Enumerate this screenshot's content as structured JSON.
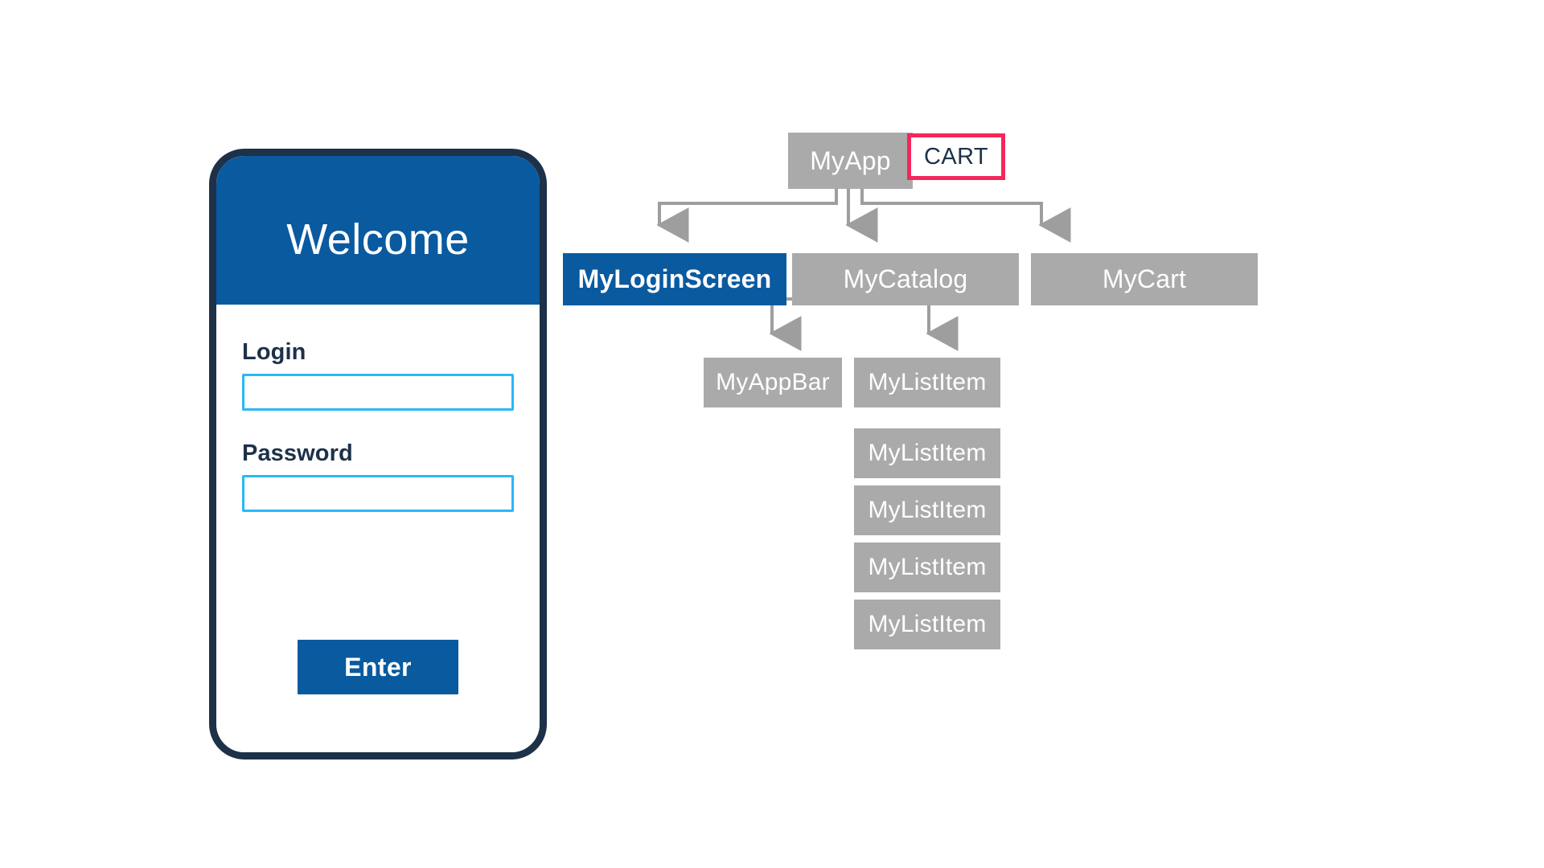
{
  "phone": {
    "header_title": "Welcome",
    "fields": [
      {
        "label": "Login",
        "value": "",
        "placeholder": ""
      },
      {
        "label": "Password",
        "value": "",
        "placeholder": ""
      }
    ],
    "submit_label": "Enter",
    "colors": {
      "brand_blue": "#0a5aa0",
      "frame_navy": "#1d3148",
      "input_border_cyan": "#2ab8f5"
    }
  },
  "diagram": {
    "root": {
      "label": "MyApp",
      "badge": "CART"
    },
    "level2": [
      {
        "label": "MyLoginScreen",
        "highlight": true
      },
      {
        "label": "MyCatalog",
        "highlight": false
      },
      {
        "label": "MyCart",
        "highlight": false
      }
    ],
    "level3": [
      {
        "label": "MyAppBar"
      },
      {
        "label": "MyListItem"
      }
    ],
    "list_items": [
      {
        "label": "MyListItem"
      },
      {
        "label": "MyListItem"
      },
      {
        "label": "MyListItem"
      },
      {
        "label": "MyListItem"
      }
    ],
    "colors": {
      "node_gray": "#aaaaaa",
      "node_highlight": "#0a5aa0",
      "connector_gray": "#9e9e9e",
      "badge_outline": "#f4275a",
      "badge_text": "#1d3148"
    }
  }
}
